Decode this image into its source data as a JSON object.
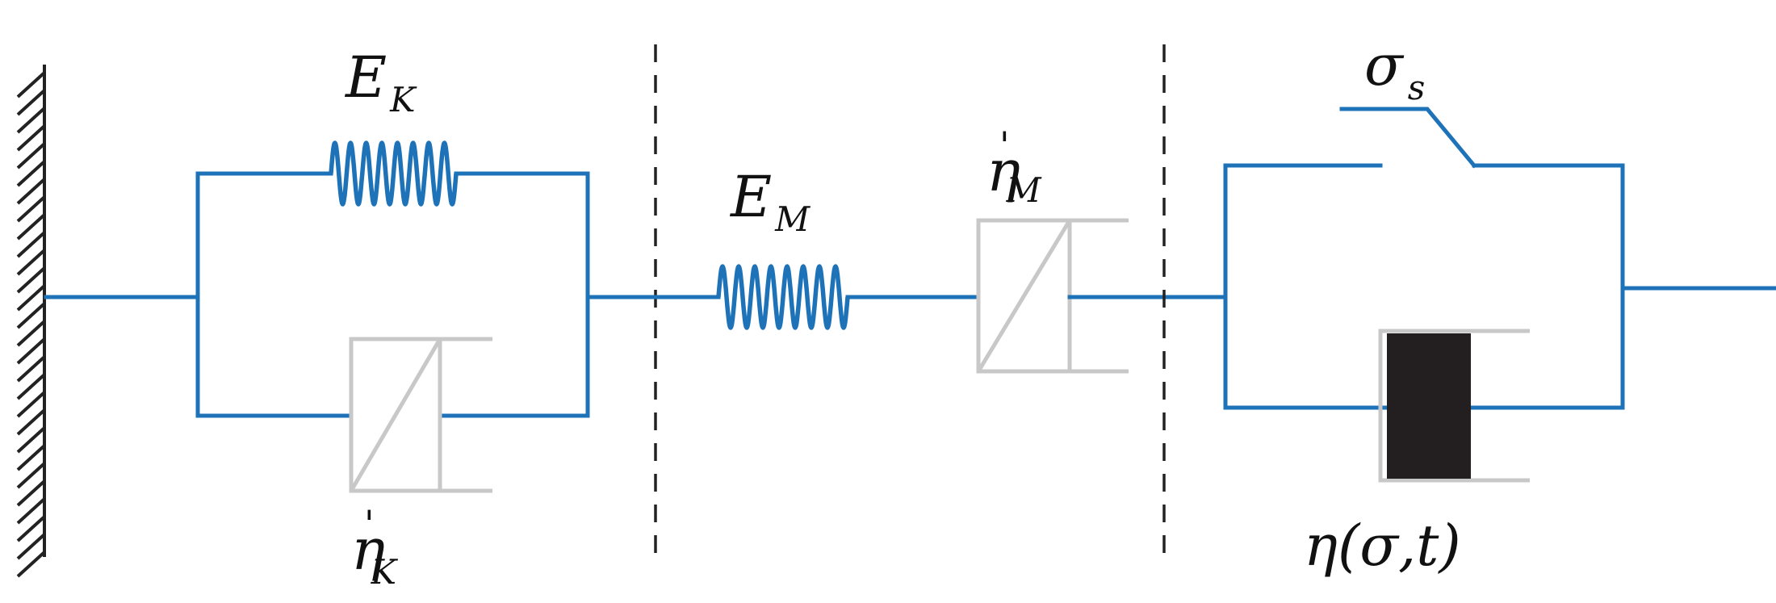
{
  "labels": {
    "E_K": {
      "symbol": "E",
      "subscript": "K"
    },
    "eta_K": {
      "symbol": "η",
      "prime": "'",
      "subscript": "K"
    },
    "E_M": {
      "symbol": "E",
      "subscript": "M"
    },
    "eta_M": {
      "symbol": "η",
      "prime": "'",
      "subscript": "M"
    },
    "sigma_s": {
      "symbol": "σ",
      "subscript": "s"
    },
    "eta_nonlinear": {
      "text": "η(σ,t)"
    }
  },
  "colors": {
    "wire": "#1d72b8",
    "dashpot": "#c8c8c8",
    "nonlinear_piston": "#231f20",
    "divider": "#222222"
  }
}
